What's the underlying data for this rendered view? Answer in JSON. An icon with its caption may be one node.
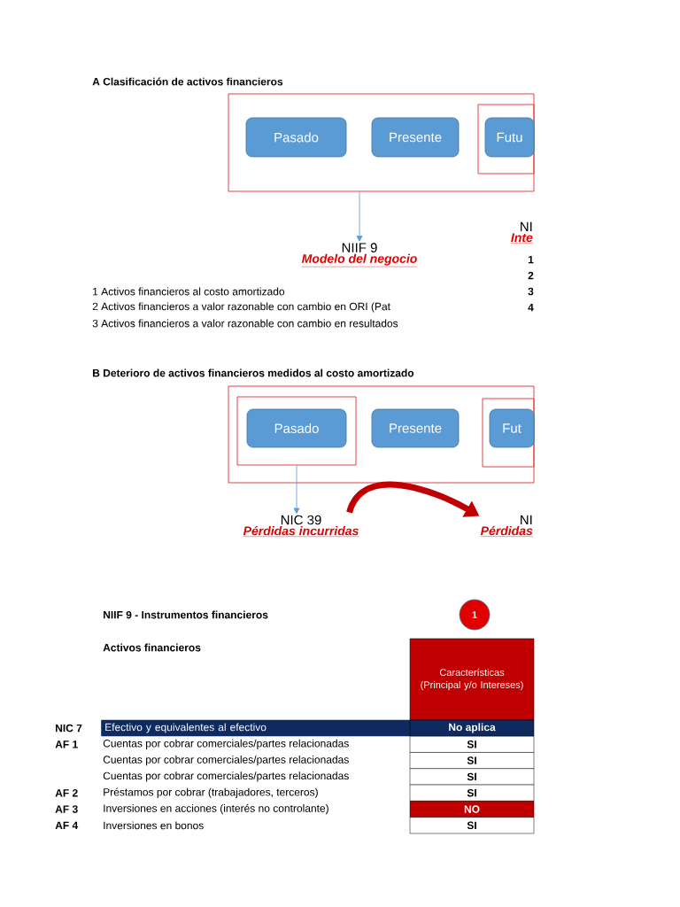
{
  "diagram": {
    "nodes": [
      {
        "text": [],
        "shape": "box"
      },
      {
        "text": [
          "Pasado"
        ],
        "in": 0
      },
      {
        "text": [
          "Presente"
        ],
        "in": 0
      },
      {
        "text": [],
        "shape": "box",
        "in": 0
      },
      {
        "text": [
          "Futu"
        ],
        "in": 3
      },
      {
        "text": [
          "NIIF 9",
          "Modelo del negocio"
        ]
      },
      {
        "text": [
          "NI",
          "Inte"
        ]
      },
      {
        "text": [],
        "shape": "box"
      },
      {
        "text": [],
        "shape": "box",
        "in": 7
      },
      {
        "text": [
          "Pasado"
        ],
        "in": 8
      },
      {
        "text": [
          "Presente"
        ],
        "in": 7
      },
      {
        "text": [],
        "shape": "box",
        "in": 7
      },
      {
        "text": [
          "Fut"
        ],
        "in": 11
      },
      {
        "text": [
          "NIC 39",
          "Pérdidas incurridas"
        ]
      },
      {
        "text": [
          "NI",
          "Pérdidas"
        ]
      },
      {
        "text": [
          "1"
        ]
      },
      {
        "text": [
          "Características (Principal y/o Intereses)"
        ]
      }
    ],
    "edges": [
      {
        "from": 0,
        "to": 5,
        "arrow": "to"
      },
      {
        "from": 8,
        "to": 13,
        "arrow": "to"
      },
      {
        "from": 13,
        "to": 14,
        "arrow": "to",
        "style": "thick",
        "color": "#c00000"
      }
    ],
    "labels": [
      "A Clasificación de activos financieros",
      "1 Activos financieros al costo amortizado",
      "2 Activos financieros a valor razonable con cambio en ORI (Pat",
      "3 Activos financieros a valor razonable con cambio en resultados",
      "1",
      "2",
      "3",
      "4",
      "B Deterioro de activos financieros medidos al costo amortizado",
      "NIIF 9 - Instrumentos financieros",
      "Activos financieros",
      "NIC 7",
      "Efectivo y equivalentes al efectivo",
      "No aplica",
      "AF 1",
      "Cuentas por cobrar comerciales/partes relacionadas",
      "SI",
      "Cuentas por cobrar comerciales/partes relacionadas",
      "SI",
      "Cuentas por cobrar comerciales/partes relacionadas",
      "SI",
      "AF 2",
      "Préstamos por cobrar (trabajadores, terceros)",
      "SI",
      "AF 3",
      "Inversiones en acciones (interés no controlante)",
      "NO",
      "AF 4",
      "Inversiones en bonos",
      "SI"
    ]
  }
}
